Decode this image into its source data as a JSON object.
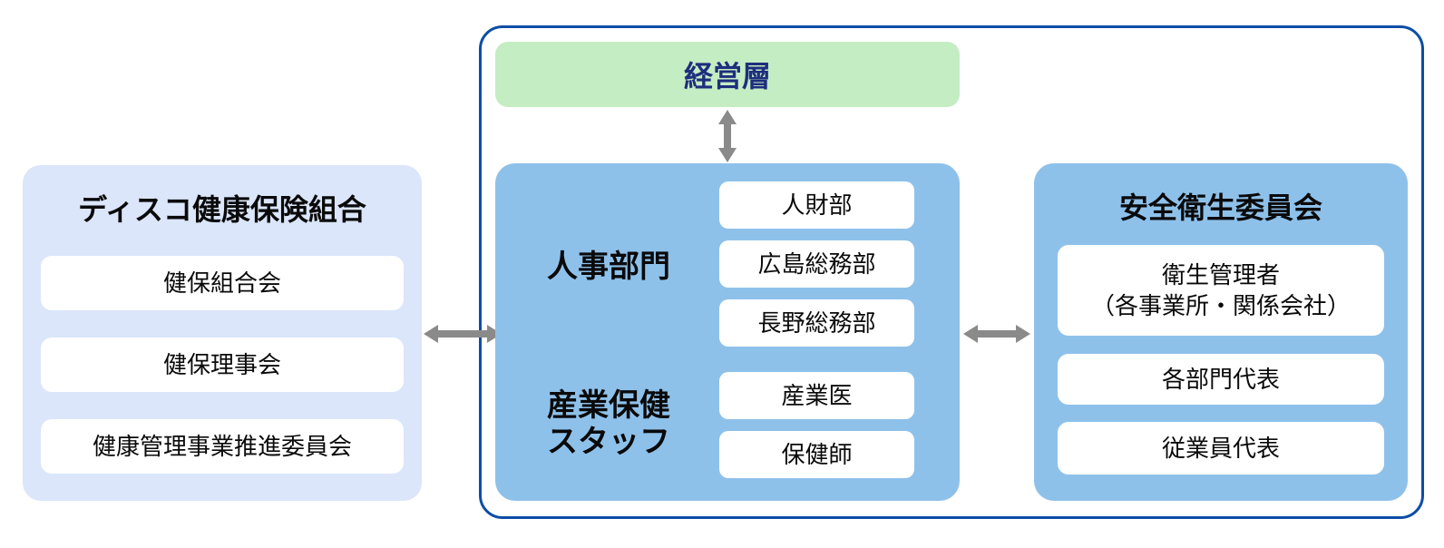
{
  "diagram": {
    "left_panel": {
      "title": "ディスコ健康保険組合",
      "items": [
        "健保組合会",
        "健保理事会",
        "健康管理事業推進委員会"
      ]
    },
    "management_box": {
      "label": "経営層"
    },
    "center_panel": {
      "hr_section": {
        "label": "人事部門",
        "items": [
          "人財部",
          "広島総務部",
          "長野総務部"
        ]
      },
      "ohs_section": {
        "label": "産業保健\nスタッフ",
        "items": [
          "産業医",
          "保健師"
        ]
      }
    },
    "right_panel": {
      "title": "安全衛生委員会",
      "items": [
        {
          "lines": [
            "衛生管理者",
            "（各事業所・関係会社）"
          ]
        },
        {
          "lines": [
            "各部門代表"
          ]
        },
        {
          "lines": [
            "従業員代表"
          ]
        }
      ]
    },
    "colors": {
      "outer_border": "#0d4da6",
      "management_bg": "#c5edc3",
      "management_text": "#1f2e7d",
      "panel_blue": "#8ec1ea",
      "panel_light_blue": "#dbe6fa",
      "item_box_bg": "#ffffff",
      "arrow_gray": "#8a8a8a",
      "text_black": "#0a0a0a"
    }
  }
}
